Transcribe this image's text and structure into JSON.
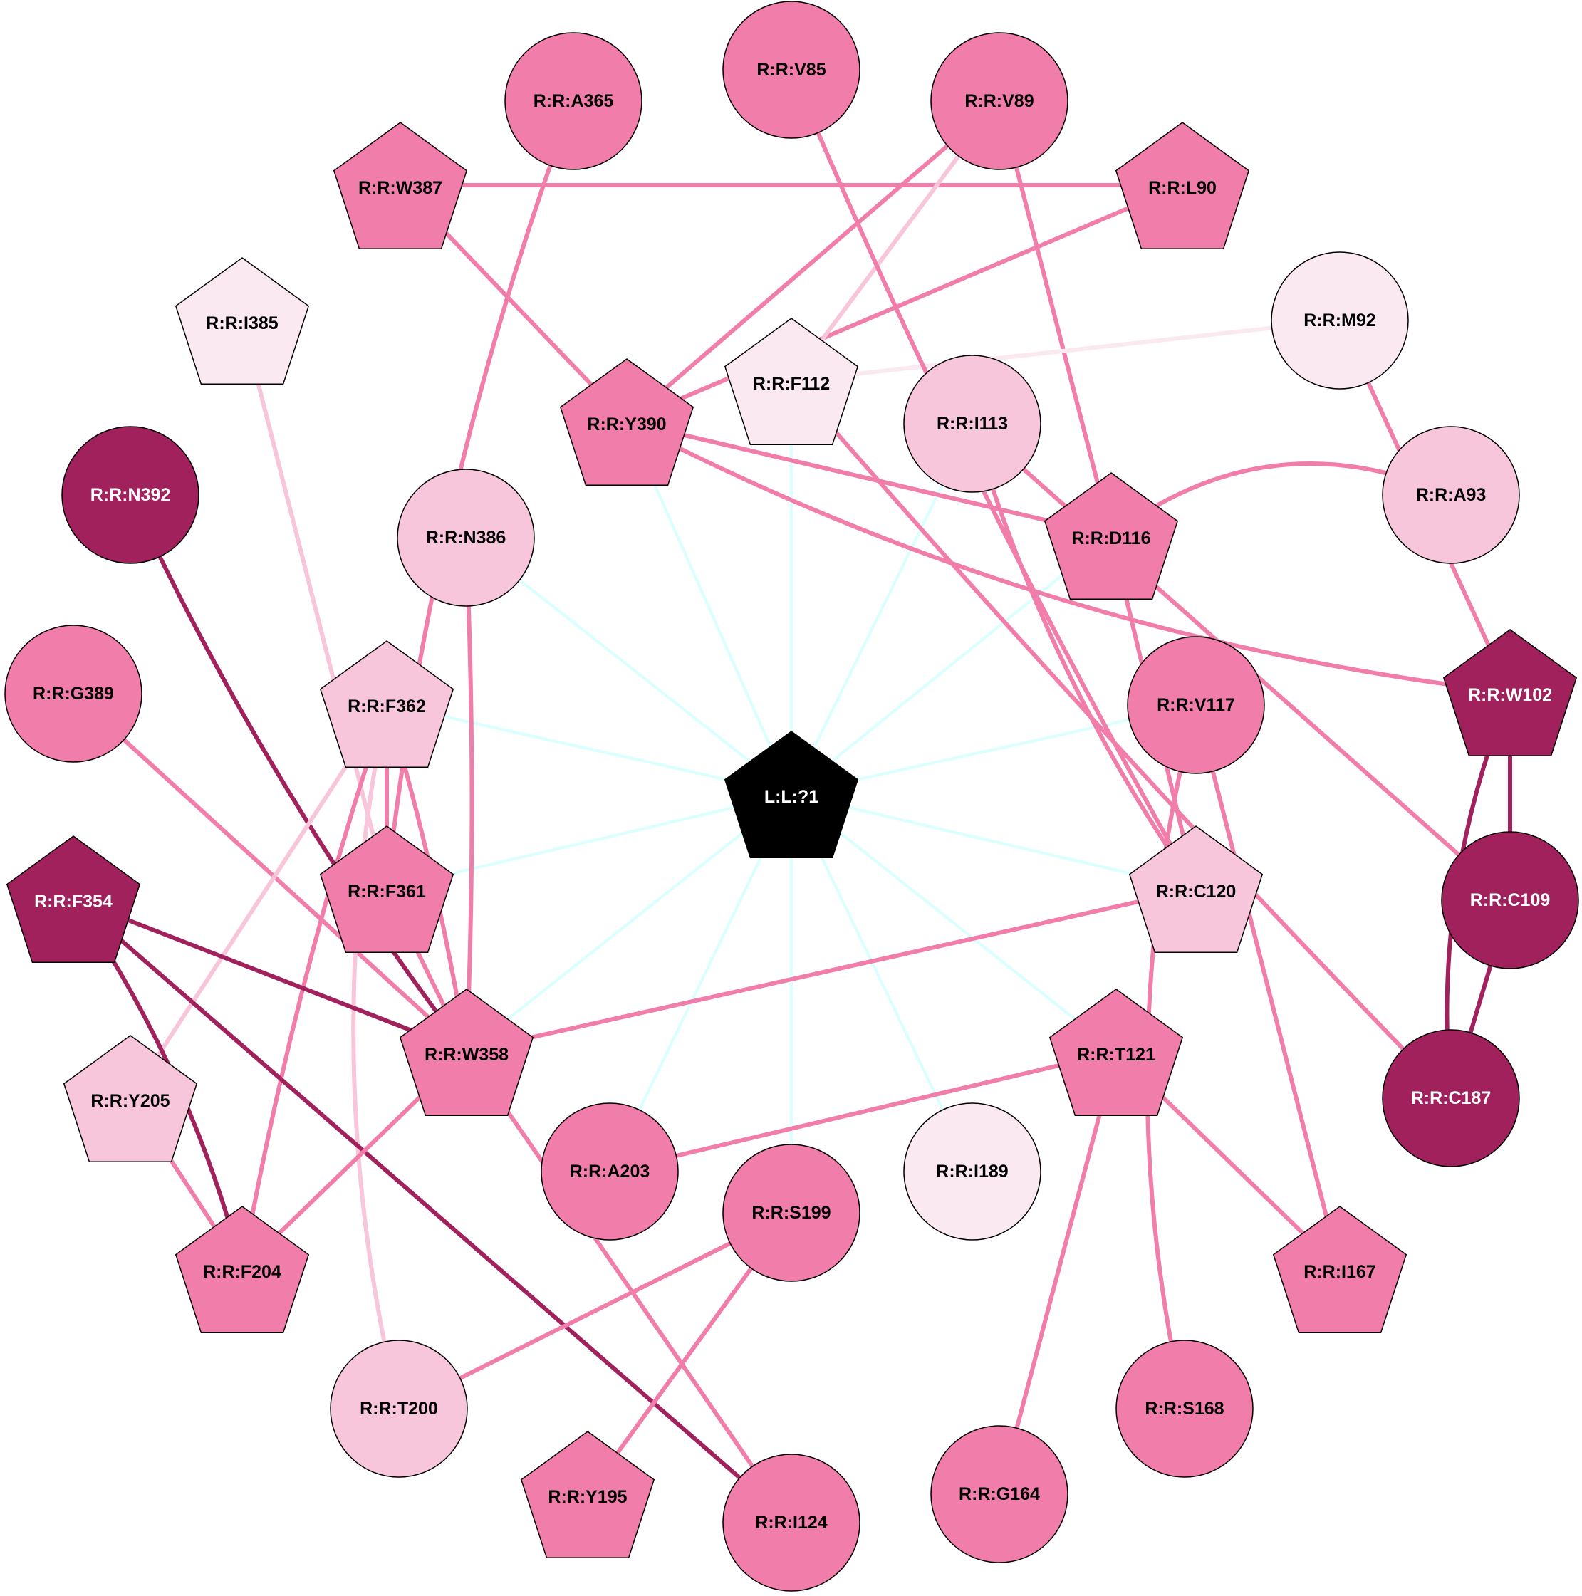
{
  "palette": {
    "white": "#fbe9f1",
    "light": "#f8c6da",
    "mid": "#f07daa",
    "dark": "#a0215c",
    "ligand": "#000000",
    "contact": "#d9ffff"
  },
  "nodes": [
    {
      "id": "R:R:V85",
      "label": "R:R:V85",
      "shape": "circle",
      "color": "mid"
    },
    {
      "id": "R:R:V89",
      "label": "R:R:V89",
      "shape": "circle",
      "color": "mid"
    },
    {
      "id": "R:R:A365",
      "label": "R:R:A365",
      "shape": "circle",
      "color": "mid"
    },
    {
      "id": "R:R:W387",
      "label": "R:R:W387",
      "shape": "pentagon",
      "color": "mid"
    },
    {
      "id": "R:R:L90",
      "label": "R:R:L90",
      "shape": "pentagon",
      "color": "mid"
    },
    {
      "id": "R:R:I385",
      "label": "R:R:I385",
      "shape": "pentagon",
      "color": "white"
    },
    {
      "id": "R:R:M92",
      "label": "R:R:M92",
      "shape": "circle",
      "color": "white"
    },
    {
      "id": "R:R:F112",
      "label": "R:R:F112",
      "shape": "pentagon",
      "color": "white"
    },
    {
      "id": "R:R:Y390",
      "label": "R:R:Y390",
      "shape": "pentagon",
      "color": "mid"
    },
    {
      "id": "R:R:I113",
      "label": "R:R:I113",
      "shape": "circle",
      "color": "light"
    },
    {
      "id": "R:R:N392",
      "label": "R:R:N392",
      "shape": "circle",
      "color": "dark"
    },
    {
      "id": "R:R:A93",
      "label": "R:R:A93",
      "shape": "circle",
      "color": "light"
    },
    {
      "id": "R:R:N386",
      "label": "R:R:N386",
      "shape": "circle",
      "color": "light"
    },
    {
      "id": "R:R:D116",
      "label": "R:R:D116",
      "shape": "pentagon",
      "color": "mid"
    },
    {
      "id": "R:R:G389",
      "label": "R:R:G389",
      "shape": "circle",
      "color": "mid"
    },
    {
      "id": "R:R:F362",
      "label": "R:R:F362",
      "shape": "pentagon",
      "color": "light"
    },
    {
      "id": "R:R:V117",
      "label": "R:R:V117",
      "shape": "circle",
      "color": "mid"
    },
    {
      "id": "R:R:W102",
      "label": "R:R:W102",
      "shape": "pentagon",
      "color": "dark"
    },
    {
      "id": "L:L:?1",
      "label": "L:L:?1",
      "shape": "pentagon",
      "color": "ligand"
    },
    {
      "id": "R:R:F354",
      "label": "R:R:F354",
      "shape": "pentagon",
      "color": "dark"
    },
    {
      "id": "R:R:F361",
      "label": "R:R:F361",
      "shape": "pentagon",
      "color": "mid"
    },
    {
      "id": "R:R:C120",
      "label": "R:R:C120",
      "shape": "pentagon",
      "color": "light"
    },
    {
      "id": "R:R:C109",
      "label": "R:R:C109",
      "shape": "circle",
      "color": "dark"
    },
    {
      "id": "R:R:W358",
      "label": "R:R:W358",
      "shape": "pentagon",
      "color": "mid"
    },
    {
      "id": "R:R:T121",
      "label": "R:R:T121",
      "shape": "pentagon",
      "color": "mid"
    },
    {
      "id": "R:R:C187",
      "label": "R:R:C187",
      "shape": "circle",
      "color": "dark"
    },
    {
      "id": "R:R:Y205",
      "label": "R:R:Y205",
      "shape": "pentagon",
      "color": "light"
    },
    {
      "id": "R:R:A203",
      "label": "R:R:A203",
      "shape": "circle",
      "color": "mid"
    },
    {
      "id": "R:R:I189",
      "label": "R:R:I189",
      "shape": "circle",
      "color": "white"
    },
    {
      "id": "R:R:S199",
      "label": "R:R:S199",
      "shape": "circle",
      "color": "mid"
    },
    {
      "id": "R:R:F204",
      "label": "R:R:F204",
      "shape": "pentagon",
      "color": "mid"
    },
    {
      "id": "R:R:I167",
      "label": "R:R:I167",
      "shape": "pentagon",
      "color": "mid"
    },
    {
      "id": "R:R:T200",
      "label": "R:R:T200",
      "shape": "circle",
      "color": "light"
    },
    {
      "id": "R:R:S168",
      "label": "R:R:S168",
      "shape": "circle",
      "color": "mid"
    },
    {
      "id": "R:R:Y195",
      "label": "R:R:Y195",
      "shape": "pentagon",
      "color": "mid"
    },
    {
      "id": "R:R:I124",
      "label": "R:R:I124",
      "shape": "circle",
      "color": "mid"
    },
    {
      "id": "R:R:G164",
      "label": "R:R:G164",
      "shape": "circle",
      "color": "mid"
    }
  ],
  "edges": [
    {
      "source": "L:L:?1",
      "target": "R:R:F112",
      "color": "contact"
    },
    {
      "source": "L:L:?1",
      "target": "R:R:Y390",
      "color": "contact"
    },
    {
      "source": "L:L:?1",
      "target": "R:R:I113",
      "color": "contact"
    },
    {
      "source": "L:L:?1",
      "target": "R:R:N386",
      "color": "contact"
    },
    {
      "source": "L:L:?1",
      "target": "R:R:D116",
      "color": "contact"
    },
    {
      "source": "L:L:?1",
      "target": "R:R:F362",
      "color": "contact"
    },
    {
      "source": "L:L:?1",
      "target": "R:R:V117",
      "color": "contact"
    },
    {
      "source": "L:L:?1",
      "target": "R:R:F361",
      "color": "contact"
    },
    {
      "source": "L:L:?1",
      "target": "R:R:C120",
      "color": "contact"
    },
    {
      "source": "L:L:?1",
      "target": "R:R:W358",
      "color": "contact"
    },
    {
      "source": "L:L:?1",
      "target": "R:R:T121",
      "color": "contact"
    },
    {
      "source": "L:L:?1",
      "target": "R:R:A203",
      "color": "contact"
    },
    {
      "source": "L:L:?1",
      "target": "R:R:I189",
      "color": "contact"
    },
    {
      "source": "L:L:?1",
      "target": "R:R:S199",
      "color": "contact"
    },
    {
      "source": "R:R:W387",
      "target": "R:R:L90",
      "color": "mid"
    },
    {
      "source": "R:R:W387",
      "target": "R:R:Y390",
      "color": "mid"
    },
    {
      "source": "R:R:V89",
      "target": "R:R:Y390",
      "color": "mid"
    },
    {
      "source": "R:R:L90",
      "target": "R:R:Y390",
      "color": "mid"
    },
    {
      "source": "R:R:V89",
      "target": "R:R:F112",
      "color": "light"
    },
    {
      "source": "R:R:V89",
      "target": "R:R:D116",
      "color": "mid"
    },
    {
      "source": "R:R:F112",
      "target": "R:R:M92",
      "color": "white"
    },
    {
      "source": "R:R:V85",
      "target": "R:R:C120",
      "color": "mid"
    },
    {
      "source": "R:R:A365",
      "target": "R:R:F361",
      "color": "mid"
    },
    {
      "source": "R:R:Y390",
      "target": "R:R:D116",
      "color": "mid"
    },
    {
      "source": "R:R:Y390",
      "target": "R:R:W102",
      "color": "mid"
    },
    {
      "source": "R:R:D116",
      "target": "R:R:A93",
      "color": "mid"
    },
    {
      "source": "R:R:I113",
      "target": "R:R:C109",
      "color": "mid"
    },
    {
      "source": "R:R:I113",
      "target": "R:R:C120",
      "color": "mid"
    },
    {
      "source": "R:R:F112",
      "target": "R:R:C187",
      "color": "mid"
    },
    {
      "source": "R:R:D116",
      "target": "R:R:C120",
      "color": "mid"
    },
    {
      "source": "R:R:M92",
      "target": "R:R:W102",
      "color": "mid"
    },
    {
      "source": "R:R:W102",
      "target": "R:R:C109",
      "color": "dark"
    },
    {
      "source": "R:R:W102",
      "target": "R:R:C187",
      "color": "dark"
    },
    {
      "source": "R:R:C109",
      "target": "R:R:C187",
      "color": "dark"
    },
    {
      "source": "R:R:V117",
      "target": "R:R:I167",
      "color": "mid"
    },
    {
      "source": "R:R:V117",
      "target": "R:R:S168",
      "color": "mid"
    },
    {
      "source": "R:R:I385",
      "target": "R:R:F361",
      "color": "light"
    },
    {
      "source": "R:R:N386",
      "target": "R:R:W358",
      "color": "mid"
    },
    {
      "source": "R:R:N392",
      "target": "R:R:W358",
      "color": "dark"
    },
    {
      "source": "R:R:G389",
      "target": "R:R:W358",
      "color": "mid"
    },
    {
      "source": "R:R:F362",
      "target": "R:R:F361",
      "color": "mid"
    },
    {
      "source": "R:R:F362",
      "target": "R:R:W358",
      "color": "mid"
    },
    {
      "source": "R:R:F362",
      "target": "R:R:F204",
      "color": "mid"
    },
    {
      "source": "R:R:F362",
      "target": "R:R:Y205",
      "color": "light"
    },
    {
      "source": "R:R:F362",
      "target": "R:R:T200",
      "color": "light"
    },
    {
      "source": "R:R:F361",
      "target": "R:R:W358",
      "color": "mid"
    },
    {
      "source": "R:R:F354",
      "target": "R:R:W358",
      "color": "dark"
    },
    {
      "source": "R:R:F354",
      "target": "R:R:F204",
      "color": "dark"
    },
    {
      "source": "R:R:F354",
      "target": "R:R:I124",
      "color": "dark"
    },
    {
      "source": "R:R:C120",
      "target": "R:R:W358",
      "color": "mid"
    },
    {
      "source": "R:R:W358",
      "target": "R:R:F204",
      "color": "mid"
    },
    {
      "source": "R:R:W358",
      "target": "R:R:I124",
      "color": "mid"
    },
    {
      "source": "R:R:Y205",
      "target": "R:R:F204",
      "color": "mid"
    },
    {
      "source": "R:R:T121",
      "target": "R:R:A203",
      "color": "mid"
    },
    {
      "source": "R:R:T121",
      "target": "R:R:I167",
      "color": "mid"
    },
    {
      "source": "R:R:T121",
      "target": "R:R:G164",
      "color": "mid"
    },
    {
      "source": "R:R:S199",
      "target": "R:R:T200",
      "color": "mid"
    },
    {
      "source": "R:R:S199",
      "target": "R:R:Y195",
      "color": "mid"
    }
  ]
}
